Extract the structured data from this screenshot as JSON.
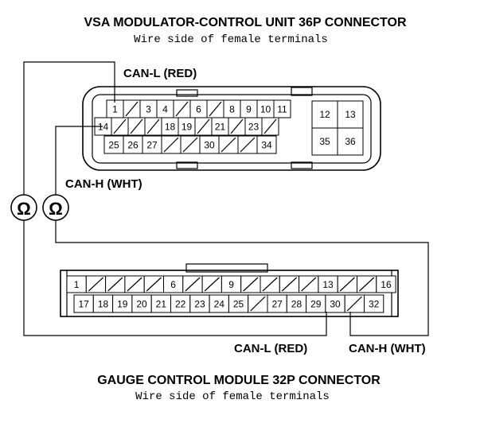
{
  "top_connector": {
    "title": "VSA MODULATOR-CONTROL UNIT 36P CONNECTOR",
    "subtitle": "Wire side of female terminals",
    "row1": [
      "1",
      "",
      "3",
      "4",
      "",
      "6",
      "",
      "8",
      "9",
      "10",
      "11"
    ],
    "row2": [
      "14",
      "",
      "",
      "",
      "18",
      "19",
      "",
      "21",
      "",
      "23",
      ""
    ],
    "row3": [
      "25",
      "26",
      "27",
      "",
      "",
      "30",
      "",
      "",
      "34"
    ],
    "right_block": [
      "12",
      "13",
      "35",
      "36"
    ],
    "can_l_label": "CAN-L (RED)",
    "can_h_label": "CAN-H (WHT)"
  },
  "meters": {
    "left_symbol": "Ω",
    "right_symbol": "Ω"
  },
  "bottom_connector": {
    "title": "GAUGE CONTROL MODULE 32P CONNECTOR",
    "subtitle": "Wire side of female terminals",
    "row1": [
      "1",
      "",
      "",
      "",
      "",
      "6",
      "",
      "",
      "9",
      "",
      "",
      "",
      "",
      "13",
      "",
      "",
      "16"
    ],
    "row2": [
      "17",
      "18",
      "19",
      "20",
      "21",
      "22",
      "23",
      "24",
      "25",
      "",
      "27",
      "28",
      "29",
      "30",
      "",
      "32"
    ],
    "can_l_label": "CAN-L (RED)",
    "can_h_label": "CAN-H (WHT)"
  }
}
